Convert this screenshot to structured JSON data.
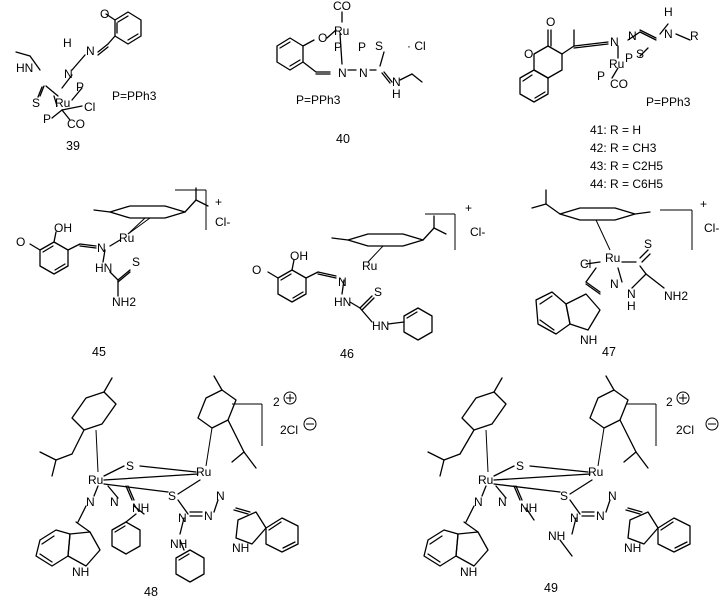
{
  "compounds": {
    "c39": {
      "number": "39",
      "note": "P=PPh3",
      "atoms": {
        "o": "O",
        "h": "H",
        "n1": "N",
        "n2": "N",
        "hn": "HN",
        "s": "S",
        "ru": "Ru",
        "p1": "P",
        "p2": "P",
        "cl": "Cl",
        "co": "CO"
      }
    },
    "c40": {
      "number": "40",
      "note": "P=PPh3",
      "counterion": "· Cl",
      "atoms": {
        "co": "CO",
        "ru": "Ru",
        "o": "O",
        "p1": "P",
        "p2": "P",
        "s": "S",
        "n1": "N",
        "n2": "N",
        "nh": "N",
        "h": "H"
      }
    },
    "c41": {
      "note": "P=PPh3",
      "atoms": {
        "h": "H",
        "n_r": "N",
        "r": "R",
        "o1": "O",
        "o2": "O",
        "n1": "N",
        "n2": "N",
        "ru": "Ru",
        "p1": "P",
        "p2": "P",
        "s": "S",
        "co": "CO"
      },
      "variants": [
        "41: R = H",
        "42: R = CH3",
        "43: R = C2H5",
        "44: R = C6H5"
      ]
    },
    "c45": {
      "number": "45",
      "charge": "+",
      "counterion": "Cl-",
      "atoms": {
        "oh": "OH",
        "o": "O",
        "ru": "Ru",
        "n": "N",
        "hn": "HN",
        "s": "S",
        "nh2": "NH2"
      }
    },
    "c46": {
      "number": "46",
      "charge": "+",
      "counterion": "Cl-",
      "atoms": {
        "oh": "OH",
        "o": "O",
        "ru": "Ru",
        "n": "N",
        "hn": "HN",
        "s": "S",
        "hn2": "HN"
      }
    },
    "c47": {
      "number": "47",
      "charge": "+",
      "counterion": "Cl-",
      "atoms": {
        "cl": "Cl",
        "ru": "Ru",
        "n": "N",
        "s": "S",
        "hn": "N",
        "h": "H",
        "nh2": "NH2",
        "nh": "NH"
      }
    },
    "c48": {
      "number": "48",
      "charge": "2",
      "charge_sign": "⊕",
      "counterion": "2Cl",
      "counterion_sign": "⊖",
      "atoms": {
        "s": "S",
        "ru1": "Ru",
        "ru2": "Ru",
        "n1": "N",
        "n2": "N",
        "n3": "N",
        "n4": "N",
        "n5": "N",
        "n6": "N",
        "s2": "S",
        "nh1": "NH",
        "nh2": "NH",
        "nh3": "NH",
        "nh4": "NH"
      }
    },
    "c49": {
      "number": "49",
      "charge": "2",
      "charge_sign": "⊕",
      "counterion": "2Cl",
      "counterion_sign": "⊖",
      "atoms": {
        "s": "S",
        "ru1": "Ru",
        "ru2": "Ru",
        "n1": "N",
        "n2": "N",
        "n3": "N",
        "n4": "N",
        "n5": "N",
        "n6": "N",
        "s2": "S",
        "nh1": "NH",
        "nh2": "NH",
        "nh3": "NH",
        "nh4": "NH"
      }
    }
  }
}
